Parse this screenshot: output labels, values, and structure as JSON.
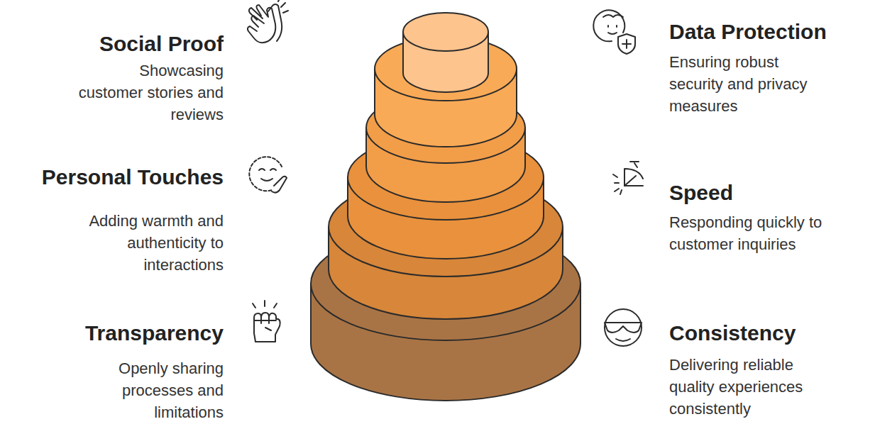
{
  "diagram": {
    "labels": [
      "Social Proof",
      "Showcasing customer stories and reviews",
      "Personal Touches",
      "Adding warmth and authenticity to interactions",
      "Transparency",
      "Openly sharing processes and limitations",
      "Data Protection",
      "Ensuring robust security and privacy measures",
      "Speed",
      "Responding quickly to customer inquiries",
      "Consistency",
      "Delivering reliable quality experiences consistently"
    ]
  }
}
